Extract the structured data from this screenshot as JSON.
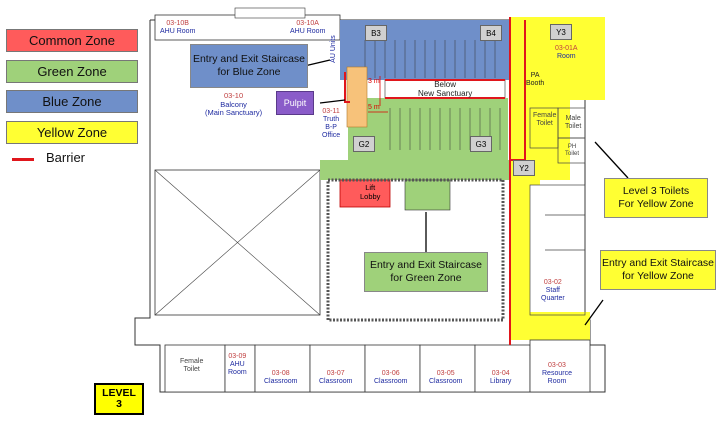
{
  "legend": {
    "common": {
      "label": "Common Zone",
      "color": "#ff5b5b"
    },
    "green": {
      "label": "Green Zone",
      "color": "#9fd17a"
    },
    "blue": {
      "label": "Blue Zone",
      "color": "#6f8fc9"
    },
    "yellow": {
      "label": "Yellow Zone",
      "color": "#ffff33"
    },
    "barrier": {
      "label": "Barrier",
      "color": "#e0161c"
    }
  },
  "callouts": {
    "blue_stair": {
      "line1": "Entry and Exit Staircase",
      "line2": "for Blue Zone"
    },
    "green_stair": {
      "line1": "Entry and Exit Staircase",
      "line2": "for Green Zone"
    },
    "yellow_toilets": {
      "line1": "Level 3 Toilets",
      "line2": "For Yellow Zone"
    },
    "yellow_stair": {
      "line1": "Entry and Exit Staircase",
      "line2": "for Yellow Zone"
    }
  },
  "level_badge": {
    "line1": "LEVEL",
    "line2": "3"
  },
  "pulpit": "Pulpit",
  "tags": {
    "b3": "B3",
    "b4": "B4",
    "y3": "Y3",
    "g2": "G2",
    "g3": "G3",
    "y2": "Y2"
  },
  "dims": {
    "d1": "3 m",
    "d2": "5 m"
  },
  "rooms": {
    "ahu_top1": {
      "num": "03-10B",
      "name": "AHU Room"
    },
    "ahu_top2": {
      "num": "03-10A",
      "name": "AHU Room"
    },
    "au_units": "AU Units",
    "balcony": {
      "num": "03-10",
      "line1": "Balcony",
      "line2": "(Main Sanctuary)"
    },
    "truth": {
      "num": "03-11",
      "line1": "Truth",
      "line2": "B-P",
      "line3": "Office"
    },
    "sanctuary": {
      "line1": "Below",
      "line2": "New Sanctuary"
    },
    "pa_booth": {
      "line1": "PA",
      "line2": "Booth"
    },
    "y_room": {
      "num": "03-01A",
      "name": "Room"
    },
    "female_toilet_r": {
      "line1": "Female",
      "line2": "Toilet"
    },
    "male_toilet": {
      "line1": "Male",
      "line2": "Toilet"
    },
    "ph_toilet": {
      "line1": "PH",
      "line2": "Toilet"
    },
    "lift_lobby": {
      "line1": "Lift",
      "line2": "Lobby"
    },
    "staff_quarter": {
      "num": "03-02",
      "line1": "Staff",
      "line2": "Quarter"
    },
    "female_toilet_b": {
      "line1": "Female",
      "line2": "Toilet"
    },
    "ahu_bottom": {
      "num": "03-09",
      "line1": "AHU",
      "line2": "Room"
    },
    "c08": {
      "num": "03-08",
      "name": "Classroom"
    },
    "c07": {
      "num": "03-07",
      "name": "Classroom"
    },
    "c06": {
      "num": "03-06",
      "name": "Classroom"
    },
    "c05": {
      "num": "03-05",
      "name": "Classroom"
    },
    "library": {
      "num": "03-04",
      "name": "Library"
    },
    "resource": {
      "num": "03-03",
      "line1": "Resource",
      "line2": "Room"
    }
  }
}
